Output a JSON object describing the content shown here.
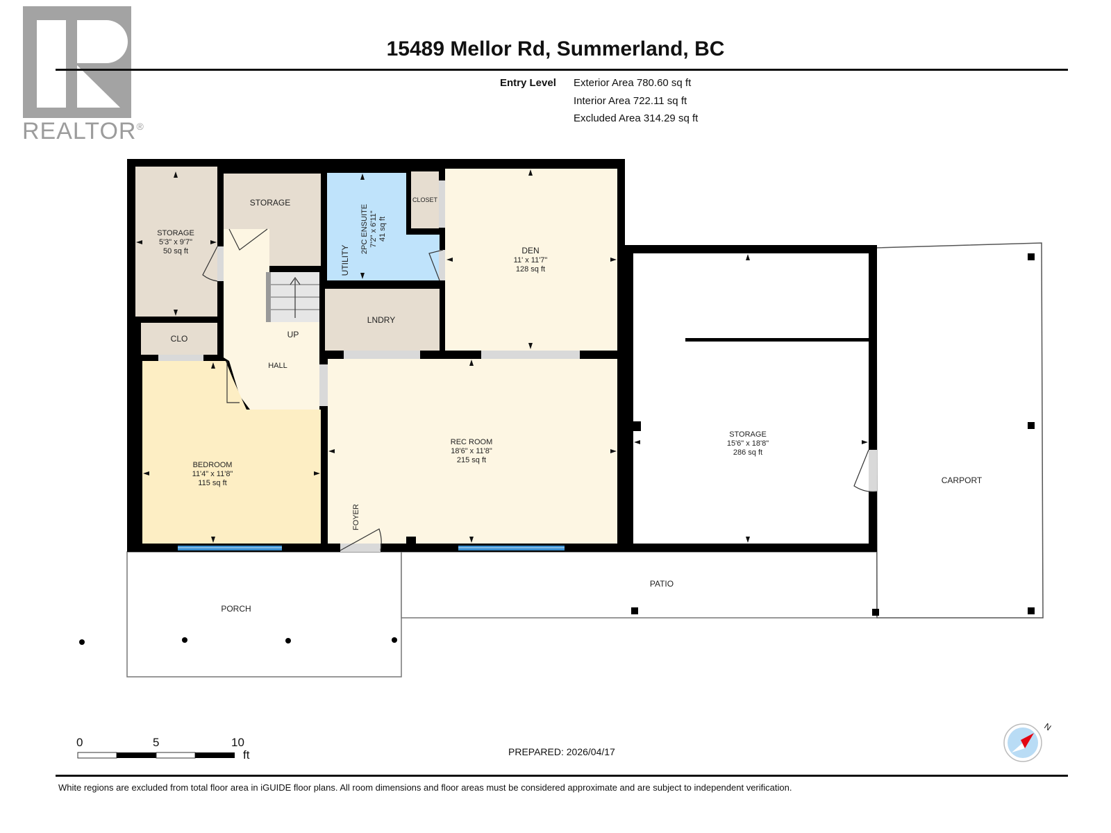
{
  "logo": {
    "brand": "REALTOR",
    "registered_mark": "®"
  },
  "header": {
    "title": "15489 Mellor Rd, Summerland, BC",
    "level": "Entry Level",
    "areas": [
      "Exterior Area 780.60 sq ft",
      "Interior Area 722.11 sq ft",
      "Excluded Area 314.29 sq ft"
    ]
  },
  "colors": {
    "wall": "#000000",
    "room_beige": "#e6ddd0",
    "room_cream": "#fdf6e3",
    "bedroom": "#fdeec4",
    "bathroom": "#bfe3fb",
    "window": "#3a8fd0",
    "doorway": "#d9d9d9",
    "excluded": "#ffffff"
  },
  "rooms": [
    {
      "id": "storage-west",
      "name": "STORAGE",
      "dims": "5'3\" x 9'7\"",
      "area": "50 sq ft"
    },
    {
      "id": "storage-north",
      "name": "STORAGE"
    },
    {
      "id": "ensuite",
      "name": "2PC ENSUITE",
      "dims": "7'2\" x 6'11\"",
      "area": "41 sq ft"
    },
    {
      "id": "utility",
      "name": "UTILITY"
    },
    {
      "id": "closet",
      "name": "CLOSET"
    },
    {
      "id": "den",
      "name": "DEN",
      "dims": "11' x 11'7\"",
      "area": "128 sq ft"
    },
    {
      "id": "clo",
      "name": "CLO"
    },
    {
      "id": "stairs",
      "name": "UP"
    },
    {
      "id": "lndry",
      "name": "LNDRY"
    },
    {
      "id": "hall",
      "name": "HALL"
    },
    {
      "id": "bedroom",
      "name": "BEDROOM",
      "dims": "11'4\" x 11'8\"",
      "area": "115 sq ft"
    },
    {
      "id": "rec-room",
      "name": "REC ROOM",
      "dims": "18'6\" x 11'8\"",
      "area": "215 sq ft"
    },
    {
      "id": "foyer",
      "name": "FOYER"
    },
    {
      "id": "storage-east",
      "name": "STORAGE",
      "dims": "15'6\" x 18'8\"",
      "area": "286 sq ft"
    },
    {
      "id": "carport",
      "name": "CARPORT"
    },
    {
      "id": "patio",
      "name": "PATIO"
    },
    {
      "id": "porch",
      "name": "PORCH"
    }
  ],
  "scale_bar": {
    "ticks": [
      "0",
      "5",
      "10"
    ],
    "unit": "ft"
  },
  "compass": {
    "label": "N"
  },
  "footer": {
    "prepared": "PREPARED: 2026/04/17",
    "disclaimer": "White regions are excluded from total floor area in iGUIDE floor plans. All room dimensions and floor areas must be considered approximate and are subject to independent verification."
  }
}
